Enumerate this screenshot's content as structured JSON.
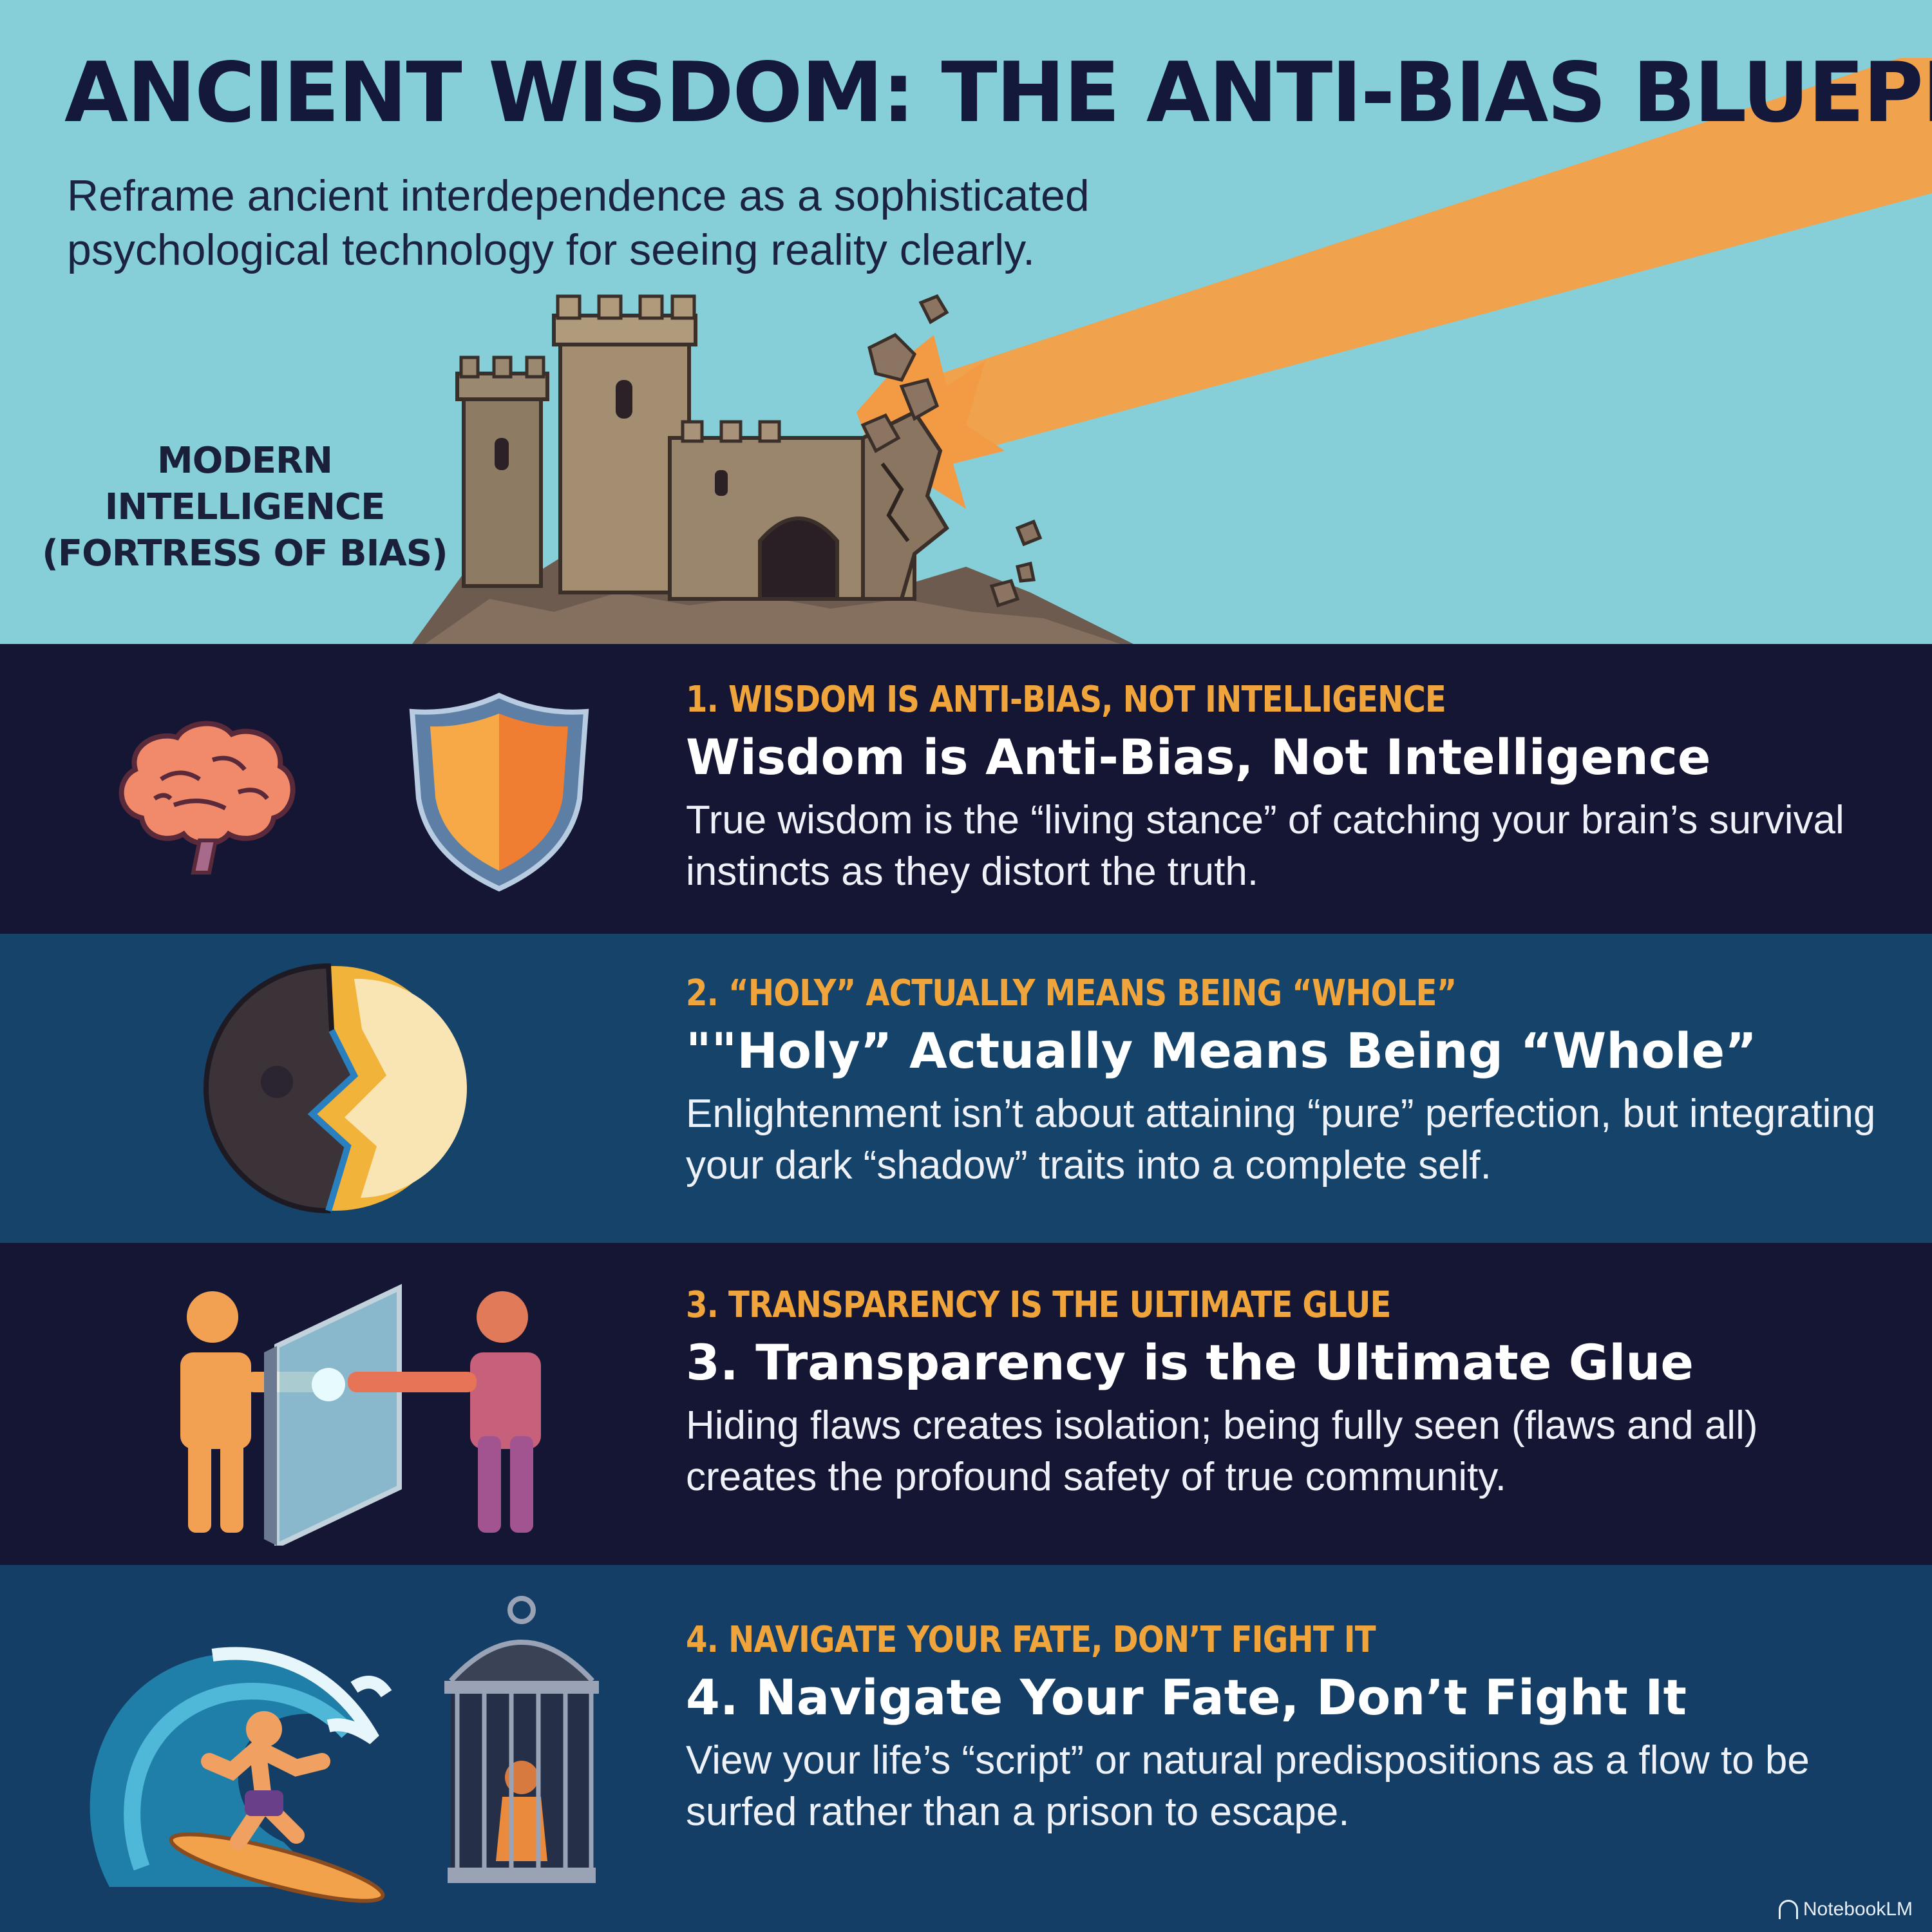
{
  "header": {
    "title": "ANCIENT WISDOM: THE ANTI-BIAS BLUEPRINT",
    "subtitle": "Reframe ancient interdependence as a sophisticated psychological technology for seeing reality clearly.",
    "fortress_label_line1": "MODERN INTELLIGENCE",
    "fortress_label_line2": "(FORTRESS OF BIAS)"
  },
  "sections": [
    {
      "kicker": "1. WISDOM IS ANTI-BIAS, NOT INTELLIGENCE",
      "heading": "Wisdom is Anti-Bias, Not Intelligence",
      "body": "True wisdom is the “living stance” of catching your brain’s survival instincts as they distort the truth.",
      "icons": [
        "brain-icon",
        "shield-icon"
      ]
    },
    {
      "kicker": "2. “HOLY” ACTUALLY MEANS BEING “WHOLE”",
      "heading": "\"\"Holy” Actually Means Being “Whole”",
      "body": "Enlightenment isn’t about attaining “pure” perfection, but integrating your dark “shadow” traits into a complete self.",
      "icons": [
        "split-circle-icon"
      ]
    },
    {
      "kicker": "3. TRANSPARENCY IS THE ULTIMATE GLUE",
      "heading": "3. Transparency is the Ultimate Glue",
      "body": "Hiding flaws creates isolation; being fully seen (flaws and all) creates the profound safety of true community.",
      "icons": [
        "people-glass-icon"
      ]
    },
    {
      "kicker": "4. NAVIGATE YOUR FATE, DON’T FIGHT IT",
      "heading": "4. Navigate Your Fate, Don’t Fight It",
      "body": "View your life’s “script” or natural predispositions as a flow to be surfed rather than a prison to escape.",
      "icons": [
        "wave-surfer-icon",
        "birdcage-icon"
      ]
    }
  ],
  "footer": {
    "watermark": "NotebookLM"
  },
  "colors": {
    "hero_bg": "#86cfd9",
    "dark_band": "#151634",
    "blue_band": "#16436a",
    "accent_orange": "#f0a53c",
    "title_navy": "#14183a"
  }
}
